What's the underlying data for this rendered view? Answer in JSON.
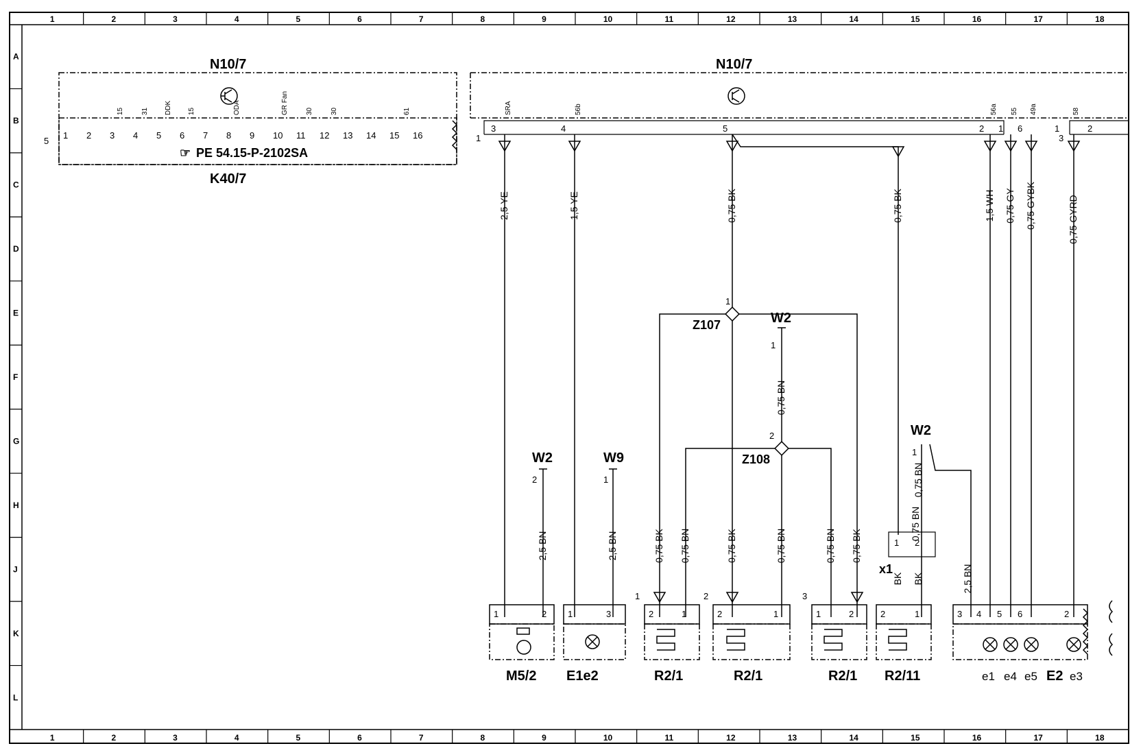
{
  "frame": {
    "columns": [
      "1",
      "2",
      "3",
      "4",
      "5",
      "6",
      "7",
      "8",
      "9",
      "10",
      "11",
      "12",
      "13",
      "14",
      "15",
      "16",
      "17",
      "18"
    ],
    "rows": [
      "A",
      "B",
      "C",
      "D",
      "E",
      "F",
      "G",
      "H",
      "J",
      "K",
      "L"
    ]
  },
  "modules": {
    "n10_left": "N10/7",
    "n10_right": "N10/7",
    "k40": "K40/7",
    "pe_ref": "PE 54.15-P-2102SA",
    "k40_connector_no": "5",
    "k40_pins": [
      "1",
      "2",
      "3",
      "4",
      "5",
      "6",
      "7",
      "8",
      "9",
      "10",
      "11",
      "12",
      "13",
      "14",
      "15",
      "16"
    ],
    "k40_terminals": [
      "15",
      "31",
      "DDK",
      "15",
      "ODA",
      "GR Fan",
      "30",
      "30",
      "61"
    ],
    "n10_pins": [
      "3",
      "4",
      "5",
      "2",
      "1",
      "6",
      "1",
      "2"
    ],
    "n10_terminals": [
      "SRA",
      "56b",
      "56a",
      "55",
      "49a",
      "58"
    ],
    "conn_nums": [
      "1",
      "3"
    ]
  },
  "wires": [
    "2,5 YE",
    "1,5 YE",
    "0,75 BK",
    "0,75 BK",
    "1,5 WH",
    "0,75 GY",
    "0,75 GYBK",
    "0,75 GYRD",
    "0,75 BN",
    "0,75 BN",
    "2,5 BN",
    "2,5 BN",
    "0,75 BK",
    "0,75 BN",
    "0,75 BK",
    "0,75 BN",
    "0,75 BN",
    "0,75 BK",
    "0,75 BN",
    "BK",
    "BK",
    "2,5 BN"
  ],
  "nodes": {
    "z107": "Z107",
    "z108": "Z108",
    "z107_pin": "1",
    "z108_pin": "2"
  },
  "grounds": [
    "W2",
    "W2",
    "W9",
    "W2"
  ],
  "ground_pins": [
    "1",
    "2",
    "1",
    "1"
  ],
  "connector_x1": {
    "name": "x1",
    "pins": [
      "1",
      "2"
    ]
  },
  "components": {
    "m52": "M5/2",
    "e1e2": "E1e2",
    "r21a": "R2/1",
    "r21b": "R2/1",
    "r21c": "R2/1",
    "r211": "R2/11",
    "e2": "E2",
    "e1": "e1",
    "e4": "e4",
    "e5": "e5",
    "e3": "e3"
  },
  "pin_labels": [
    "1",
    "2",
    "1",
    "3",
    "2",
    "1",
    "2",
    "1",
    "1",
    "2",
    "2",
    "1",
    "3",
    "4",
    "5",
    "6",
    "2"
  ],
  "heater_pins": [
    "1",
    "2",
    "3"
  ]
}
